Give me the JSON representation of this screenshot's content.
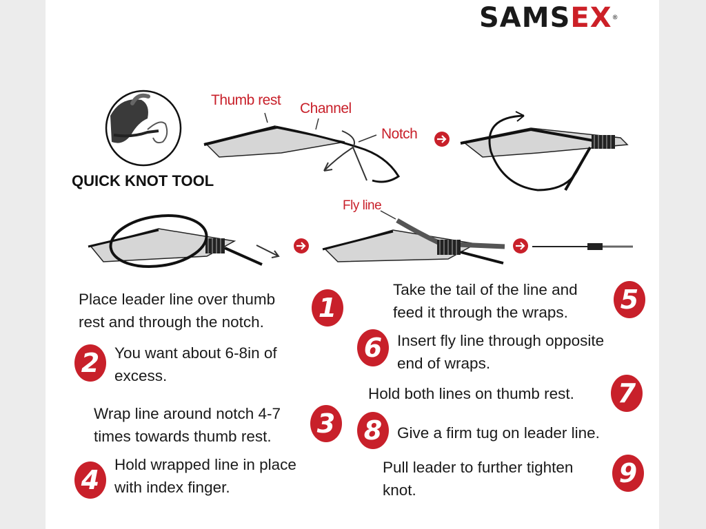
{
  "brand": {
    "part1": "SAMS",
    "part2": "EX",
    "registered": "®"
  },
  "tool": {
    "title": "QUICK KNOT TOOL",
    "labels": {
      "thumb_rest": "Thumb rest",
      "channel": "Channel",
      "notch": "Notch",
      "fly_line": "Fly line"
    }
  },
  "steps": [
    {
      "number": "1",
      "text": [
        "Place leader line over thumb",
        "rest and through the notch."
      ]
    },
    {
      "number": "2",
      "text": [
        "You want about 6-8in of",
        "excess."
      ]
    },
    {
      "number": "3",
      "text": [
        "Wrap line around notch 4-7",
        "times towards thumb rest."
      ]
    },
    {
      "number": "4",
      "text": [
        "Hold wrapped line in place",
        "with index finger."
      ]
    },
    {
      "number": "5",
      "text": [
        "Take the tail of the line and",
        "feed it through the wraps."
      ]
    },
    {
      "number": "6",
      "text": [
        "Insert fly line through opposite",
        "end of wraps."
      ]
    },
    {
      "number": "7",
      "text": [
        "Hold both lines on thumb rest."
      ]
    },
    {
      "number": "8",
      "text": [
        "Give a firm tug on leader line."
      ]
    },
    {
      "number": "9",
      "text": [
        "Pull leader to further tighten",
        "knot."
      ]
    }
  ],
  "colors": {
    "accent": "#c8202a",
    "text": "#1a1a1a",
    "background": "#ffffff"
  }
}
